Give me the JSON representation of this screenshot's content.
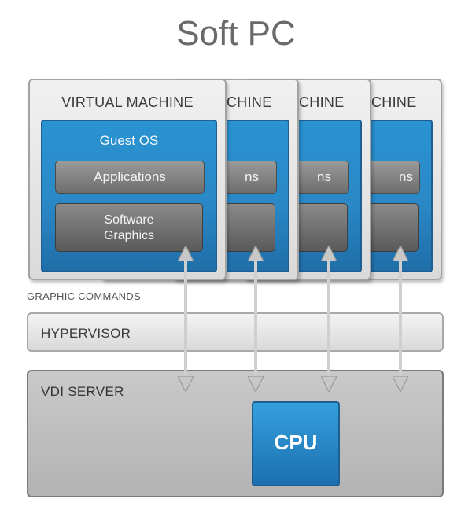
{
  "title": "Soft PC",
  "virtual_machine": {
    "label": "VIRTUAL MACHINE",
    "guest_os": "Guest OS",
    "applications": "Applications",
    "software_graphics_line1": "Software",
    "software_graphics_line2": "Graphics"
  },
  "stacked_vm_label_fragment": "CHINE",
  "stacked_app_fragment": "ns",
  "graphic_commands": "GRAPHIC COMMANDS",
  "hypervisor": "HYPERVISOR",
  "vdi_server": "VDI SERVER",
  "cpu": "CPU"
}
